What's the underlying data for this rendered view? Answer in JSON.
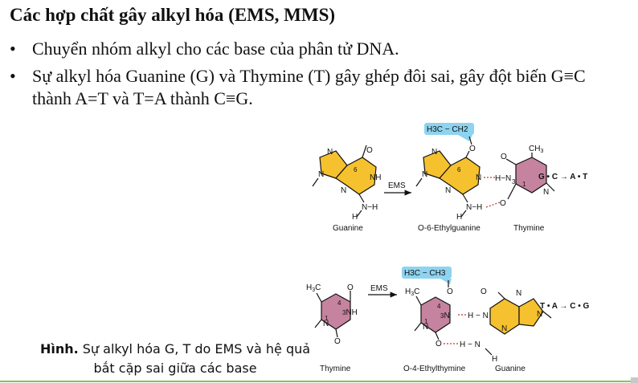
{
  "title": "Các hợp chất gây alkyl hóa (EMS, MMS)",
  "bullets": [
    "Chuyển nhóm alkyl cho các base của phân tử DNA.",
    "Sự alkyl hóa Guanine (G) và Thymine (T) gây ghép đôi sai, gây đột biến G≡C thành A=T và T=A thành C≡G."
  ],
  "bullet_symbol": "•",
  "figure": {
    "top": {
      "ethyl_label": "H3C − CH2",
      "reagent": "EMS",
      "guanine_label": "Guanine",
      "product_label": "O-6-Ethylguanine",
      "thymine_label": "Thymine",
      "result": "G • C → A • T"
    },
    "bottom": {
      "ethyl_label": "H3C − CH3",
      "reagent": "EMS",
      "thymine_label": "Thymine",
      "product_label": "O-4-Ethylthymine",
      "guanine_label": "Guanine",
      "result": "T • A → C • G"
    },
    "colors": {
      "purine": "#f5c12e",
      "pyrimidine": "#c5839f",
      "ethyl_highlight": "#8ed3ef",
      "hbond": "#c0392b"
    }
  },
  "caption": {
    "bold": "Hình.",
    "text": " Sự alkyl hóa G, T do EMS và hệ quả bắt cặp sai giữa các base"
  }
}
